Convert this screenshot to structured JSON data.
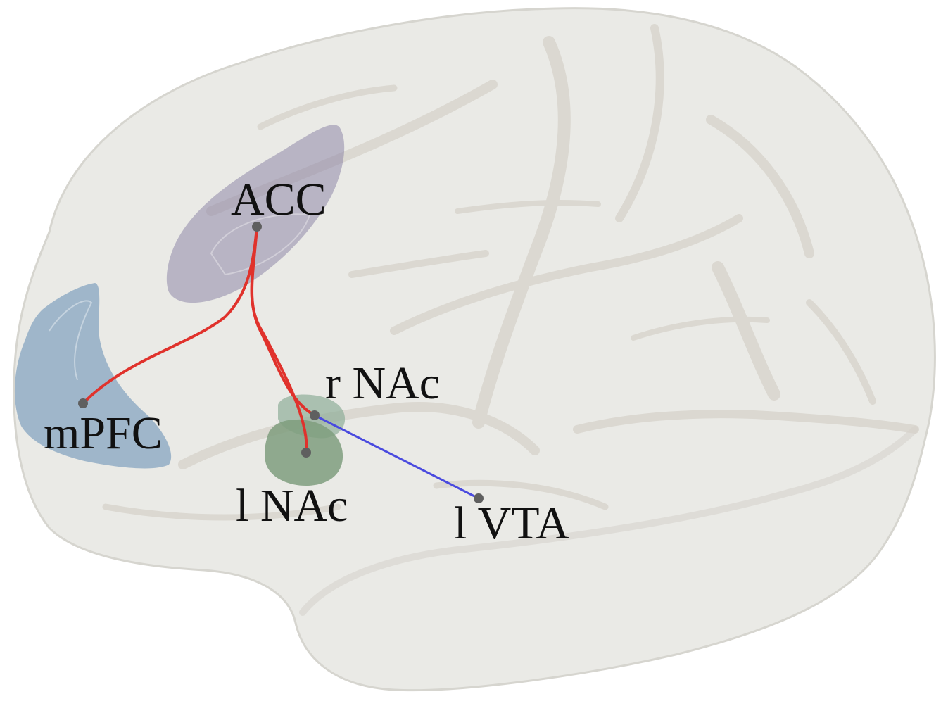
{
  "figure": {
    "nodes": {
      "acc": {
        "label": "ACC",
        "color": "#8e86a8"
      },
      "mpfc": {
        "label": "mPFC",
        "color": "#7f9fbd"
      },
      "rnac": {
        "label": "r NAc",
        "color": "#8fae98"
      },
      "lnac": {
        "label": "l NAc",
        "color": "#7f9e7e"
      },
      "lvta": {
        "label": "l VTA",
        "color": "#7a7a7a"
      }
    },
    "connections": [
      {
        "from": "ACC",
        "to": "mPFC",
        "color": "#e0322c"
      },
      {
        "from": "ACC",
        "to": "r NAc",
        "color": "#e0322c"
      },
      {
        "from": "ACC",
        "to": "l NAc",
        "color": "#e0322c"
      },
      {
        "from": "r NAc",
        "to": "l VTA",
        "color": "#4a4adf"
      }
    ],
    "colors": {
      "brain": "#e8e8e4",
      "sulci": "#d9d6d0",
      "positive_connection": "#e0322c",
      "negative_connection": "#4a4adf"
    }
  }
}
